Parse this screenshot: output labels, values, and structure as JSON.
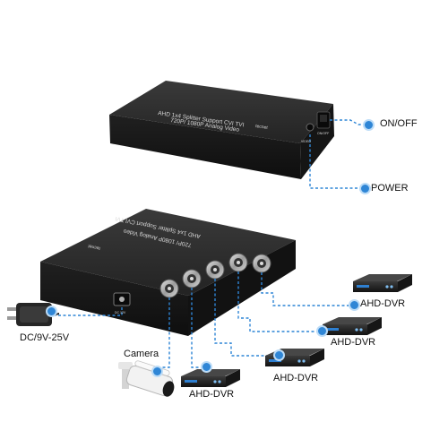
{
  "device_top": {
    "title_line1": "AHD 1x4 Splitter Support CVI TVI",
    "title_line2": "720P/ 1080P Analog Video",
    "brand": "tecnet",
    "port_video_label": "VIDEO",
    "port_power_label": "ON/OFF"
  },
  "device_back": {
    "title_line1": "AHD 1x4 Splitter Support CVI TVI",
    "title_line2": "720P/ 1080P Analog Video",
    "brand": "tecnet",
    "dc_port_label": "DC 12V"
  },
  "callouts": {
    "on_off": "ON/OFF",
    "power": "POWER",
    "dc_input": "DC/9V-25V",
    "camera": "Camera",
    "dvr_1": "AHD-DVR",
    "dvr_2": "AHD-DVR",
    "dvr_3": "AHD-DVR",
    "dvr_4": "AHD-DVR"
  },
  "colors": {
    "accent": "#2f86d6",
    "device_body": "#1b1b1b",
    "connector_silver": "#b7b7b7"
  }
}
